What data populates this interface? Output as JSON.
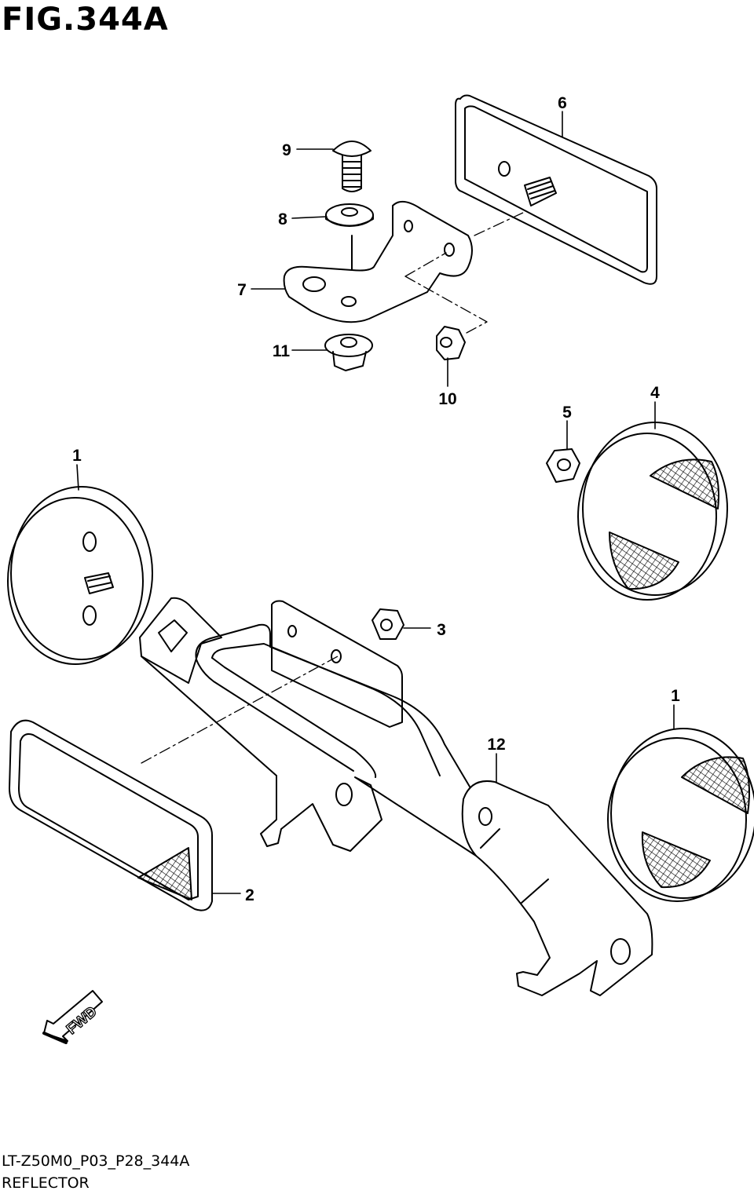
{
  "figure": {
    "title": "FIG.344A",
    "code": "LT-Z50M0_P03_P28_344A",
    "caption": "REFLECTOR"
  },
  "callouts": [
    "1",
    "2",
    "3",
    "4",
    "5",
    "6",
    "7",
    "8",
    "9",
    "10",
    "11",
    "12",
    "1"
  ],
  "fwd_label": "FWD",
  "colors": {
    "line": "#000000",
    "background": "#ffffff"
  }
}
